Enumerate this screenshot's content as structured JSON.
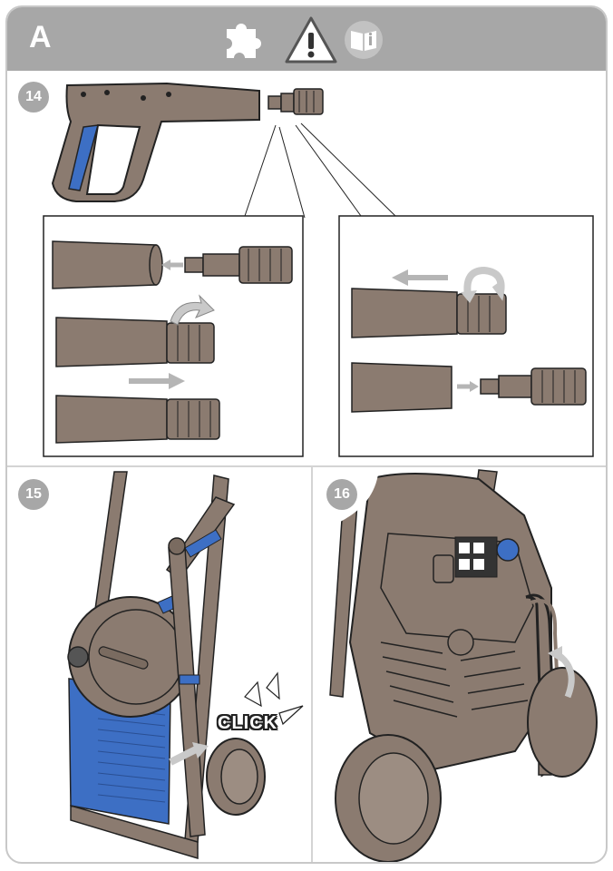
{
  "header": {
    "section_letter": "A",
    "icons": [
      "puzzle-piece-icon",
      "warning-triangle-icon",
      "manual-book-icon"
    ]
  },
  "steps": [
    {
      "number": "14"
    },
    {
      "number": "15",
      "callout": "CLICK"
    },
    {
      "number": "16"
    }
  ],
  "colors": {
    "header_bg": "#a7a7a7",
    "device_body": "#8b7b70",
    "accent_blue": "#3d6fc4",
    "outline": "#222222",
    "arrow_gray": "#b5b5b5"
  }
}
